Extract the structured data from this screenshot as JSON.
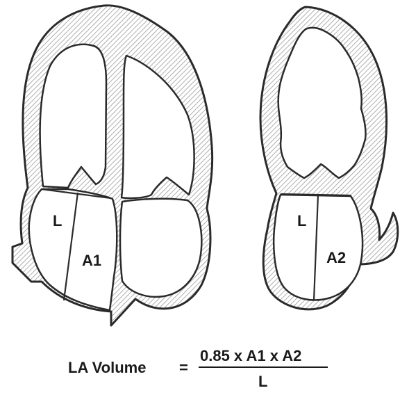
{
  "diagram": {
    "left_view": {
      "length_label": "L",
      "area_label": "A1"
    },
    "right_view": {
      "length_label": "L",
      "area_label": "A2"
    }
  },
  "formula": {
    "lhs": "LA Volume",
    "equals": "=",
    "numerator": "0.85 x A1 x A2",
    "denominator": "L"
  },
  "colors": {
    "stroke": "#2a2a2a",
    "hatch": "#9a9a9a",
    "background": "#ffffff"
  }
}
